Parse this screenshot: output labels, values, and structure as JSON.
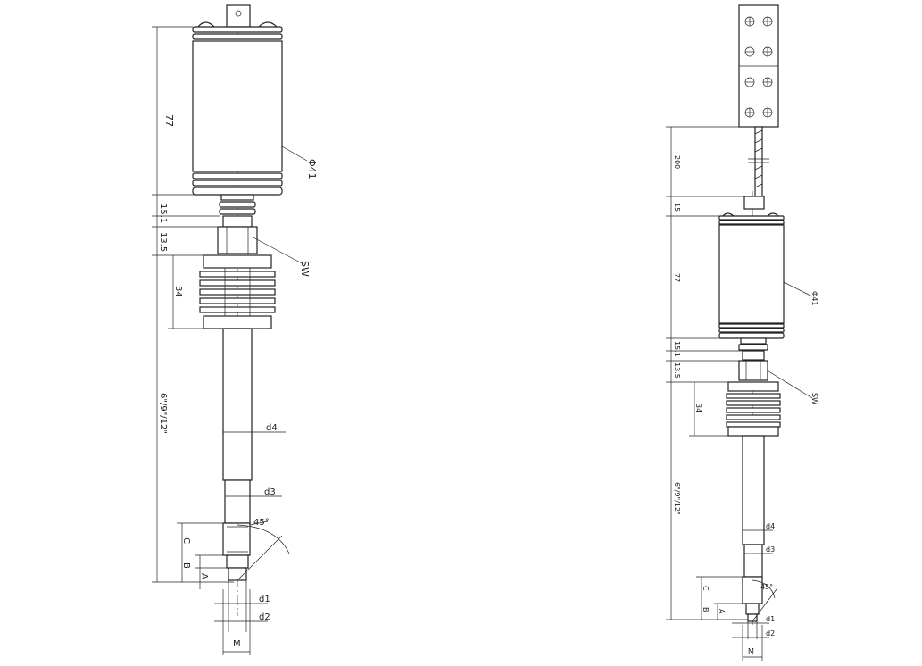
{
  "left_view": {
    "dims": {
      "housing_length": "77",
      "length_15_1": "15.1",
      "length_13_5": "13.5",
      "fin_length": "34",
      "stroke_length": "6\"/9\"/12\"",
      "diameter": "Φ41",
      "wrench": "SW",
      "d4": "d4",
      "d3": "d3",
      "angle": "45°",
      "C": "C",
      "B": "B",
      "A": "A",
      "d1": "d1",
      "d2": "d2",
      "M": "M"
    }
  },
  "right_view": {
    "dims": {
      "cable_length": "200",
      "length_15": "15",
      "housing_length": "77",
      "length_15_1": "15.1",
      "length_13_5": "13.5",
      "fin_length": "34",
      "stroke_length": "6\"/9\"/12\"",
      "diameter": "Φ41",
      "wrench": "SW",
      "d4": "d4",
      "d3": "d3",
      "angle": "45°",
      "C": "C",
      "B": "B",
      "A": "A",
      "d1": "d1",
      "d2": "d2",
      "M": "M"
    }
  }
}
